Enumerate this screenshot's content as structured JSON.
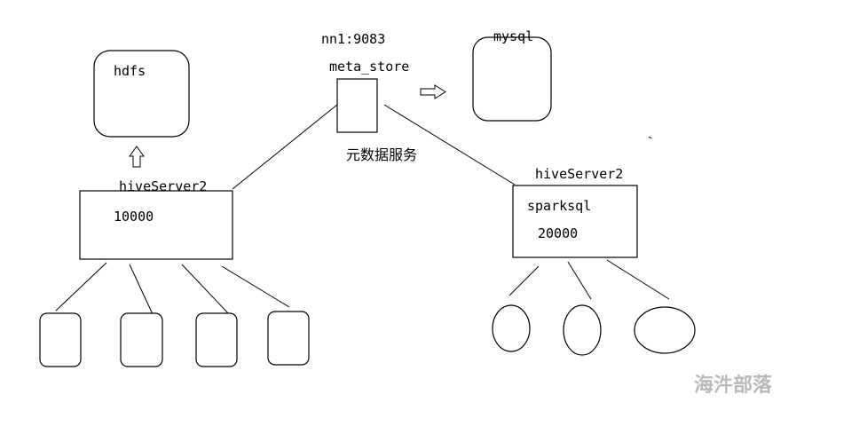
{
  "nodes": {
    "hdfs": "hdfs",
    "namenode": "nn1:9083",
    "metastore": "meta_store",
    "mysql": "mysql",
    "metadata_service": "元数据服务",
    "hive_server_left": "hiveServer2",
    "hive_port_left": "10000",
    "hive_server_right": "hiveServer2",
    "sparksql": "sparksql",
    "spark_port": "20000"
  },
  "watermark": "海汼部落"
}
